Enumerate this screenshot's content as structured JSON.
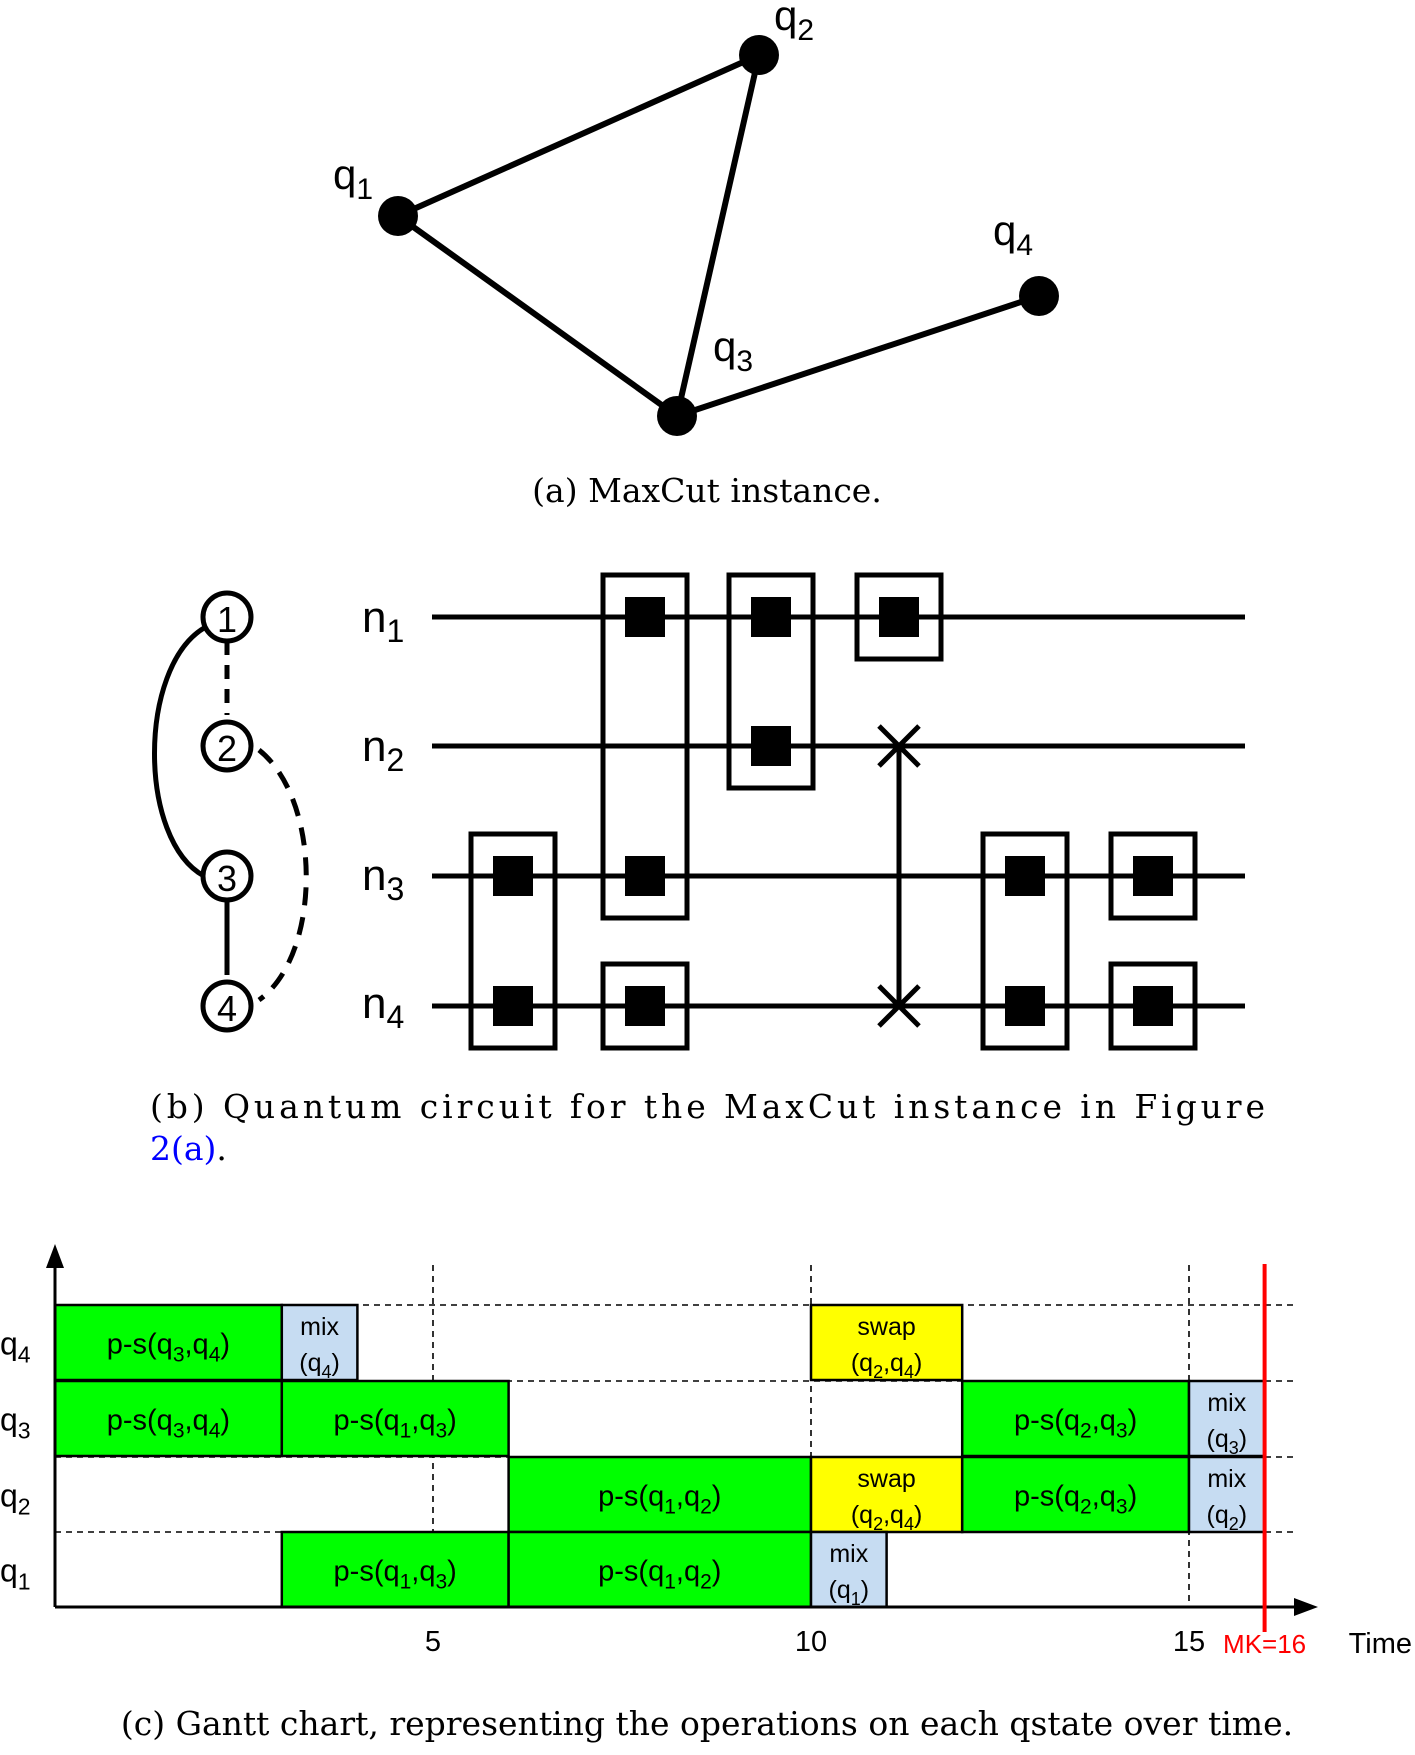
{
  "figure_a": {
    "nodes": [
      {
        "id": "q1",
        "label": "q",
        "sub": "1"
      },
      {
        "id": "q2",
        "label": "q",
        "sub": "2"
      },
      {
        "id": "q3",
        "label": "q",
        "sub": "3"
      },
      {
        "id": "q4",
        "label": "q",
        "sub": "4"
      }
    ],
    "edges": [
      [
        "q1",
        "q2"
      ],
      [
        "q1",
        "q3"
      ],
      [
        "q2",
        "q3"
      ],
      [
        "q3",
        "q4"
      ]
    ],
    "caption": "(a)  MaxCut instance."
  },
  "figure_b": {
    "graph_nodes": [
      "1",
      "2",
      "3",
      "4"
    ],
    "graph_edges": [
      {
        "from": "1",
        "to": "2",
        "style": "dashed"
      },
      {
        "from": "1",
        "to": "3",
        "style": "solid"
      },
      {
        "from": "3",
        "to": "4",
        "style": "solid"
      },
      {
        "from": "2",
        "to": "4",
        "style": "dashed"
      }
    ],
    "wires": [
      {
        "label": "n",
        "sub": "1"
      },
      {
        "label": "n",
        "sub": "2"
      },
      {
        "label": "n",
        "sub": "3"
      },
      {
        "label": "n",
        "sub": "4"
      }
    ],
    "gates": [
      {
        "type": "pair",
        "wires": [
          3,
          4
        ]
      },
      {
        "type": "pair",
        "wires": [
          1,
          3
        ]
      },
      {
        "type": "single",
        "wires": [
          4
        ]
      },
      {
        "type": "pair",
        "wires": [
          1,
          2
        ]
      },
      {
        "type": "single",
        "wires": [
          1
        ]
      },
      {
        "type": "swap",
        "wires": [
          2,
          4
        ]
      },
      {
        "type": "pair",
        "wires": [
          3,
          4
        ]
      },
      {
        "type": "single",
        "wires": [
          3
        ]
      },
      {
        "type": "single",
        "wires": [
          4
        ]
      }
    ],
    "caption_main": "(b)  Quantum  circuit  for  the  MaxCut  instance  in  Figure",
    "caption_ref": "2(a)",
    "caption_end": "."
  },
  "chart_data": {
    "type": "gantt",
    "rows": [
      {
        "label": "q",
        "sub": "4"
      },
      {
        "label": "q",
        "sub": "3"
      },
      {
        "label": "q",
        "sub": "2"
      },
      {
        "label": "q",
        "sub": "1"
      }
    ],
    "tasks": [
      {
        "row": "4",
        "start": 0,
        "end": 3,
        "kind": "p-s",
        "line1": "p-s(q",
        "a": "3",
        "b": "4"
      },
      {
        "row": "4",
        "start": 3,
        "end": 4,
        "kind": "mix",
        "line1": "mix",
        "a": "4"
      },
      {
        "row": "4",
        "start": 10,
        "end": 12,
        "kind": "swap",
        "line1": "swap",
        "a": "2",
        "b": "4"
      },
      {
        "row": "3",
        "start": 0,
        "end": 3,
        "kind": "p-s",
        "line1": "p-s(q",
        "a": "3",
        "b": "4"
      },
      {
        "row": "3",
        "start": 3,
        "end": 6,
        "kind": "p-s",
        "line1": "p-s(q",
        "a": "1",
        "b": "3"
      },
      {
        "row": "3",
        "start": 12,
        "end": 15,
        "kind": "p-s",
        "line1": "p-s(q",
        "a": "2",
        "b": "3"
      },
      {
        "row": "3",
        "start": 15,
        "end": 16,
        "kind": "mix",
        "line1": "mix",
        "a": "3"
      },
      {
        "row": "2",
        "start": 6,
        "end": 10,
        "kind": "p-s",
        "line1": "p-s(q",
        "a": "1",
        "b": "2"
      },
      {
        "row": "2",
        "start": 10,
        "end": 12,
        "kind": "swap",
        "line1": "swap",
        "a": "2",
        "b": "4"
      },
      {
        "row": "2",
        "start": 12,
        "end": 15,
        "kind": "p-s",
        "line1": "p-s(q",
        "a": "2",
        "b": "3"
      },
      {
        "row": "2",
        "start": 15,
        "end": 16,
        "kind": "mix",
        "line1": "mix",
        "a": "2"
      },
      {
        "row": "1",
        "start": 3,
        "end": 6,
        "kind": "p-s",
        "line1": "p-s(q",
        "a": "1",
        "b": "3"
      },
      {
        "row": "1",
        "start": 6,
        "end": 10,
        "kind": "p-s",
        "line1": "p-s(q",
        "a": "1",
        "b": "2"
      },
      {
        "row": "1",
        "start": 10,
        "end": 11,
        "kind": "mix",
        "line1": "mix",
        "a": "1"
      }
    ],
    "x_ticks": [
      5,
      10,
      15
    ],
    "xlim": [
      0,
      16.8
    ],
    "xlabel": "Time",
    "makespan": {
      "value": 16,
      "label": "MK=16"
    },
    "colors": {
      "p-s": "#00ff00",
      "mix": "#c6dcf2",
      "swap": "#ffff00",
      "makespan": "#ff0000"
    },
    "caption": "(c)  Gantt chart, representing the operations on each qstate over time."
  },
  "colors": {
    "caption_ref": "#0000ff"
  }
}
